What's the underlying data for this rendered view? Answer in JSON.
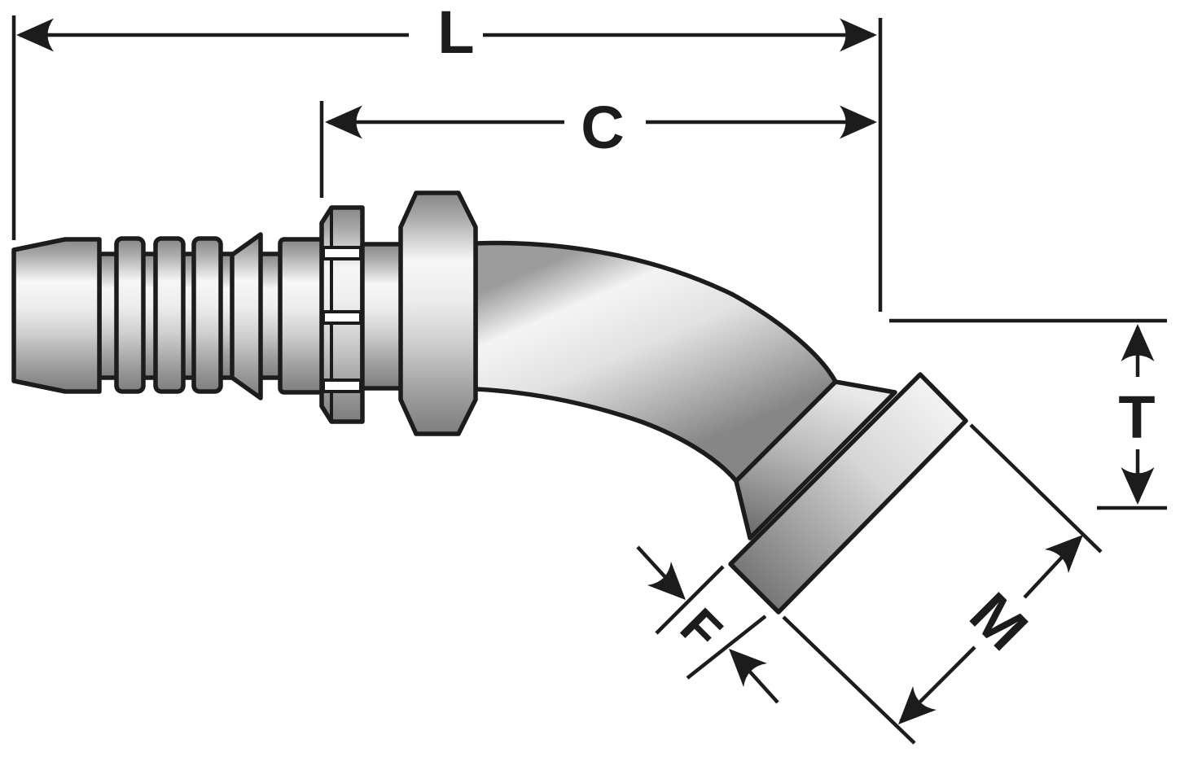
{
  "figure": {
    "subject": "45-degree flange hydraulic hose coupling, dimensioned outline drawing",
    "background": "#ffffff",
    "ink_color": "#1c1c1c",
    "metal_highlight": "#f7f7f7",
    "metal_shadow": "#7d7d7d",
    "labels": {
      "overall_length": "L",
      "cutoff_length": "C",
      "drop_height": "T",
      "flange_thickness": "F",
      "flange_diameter": "M"
    }
  }
}
